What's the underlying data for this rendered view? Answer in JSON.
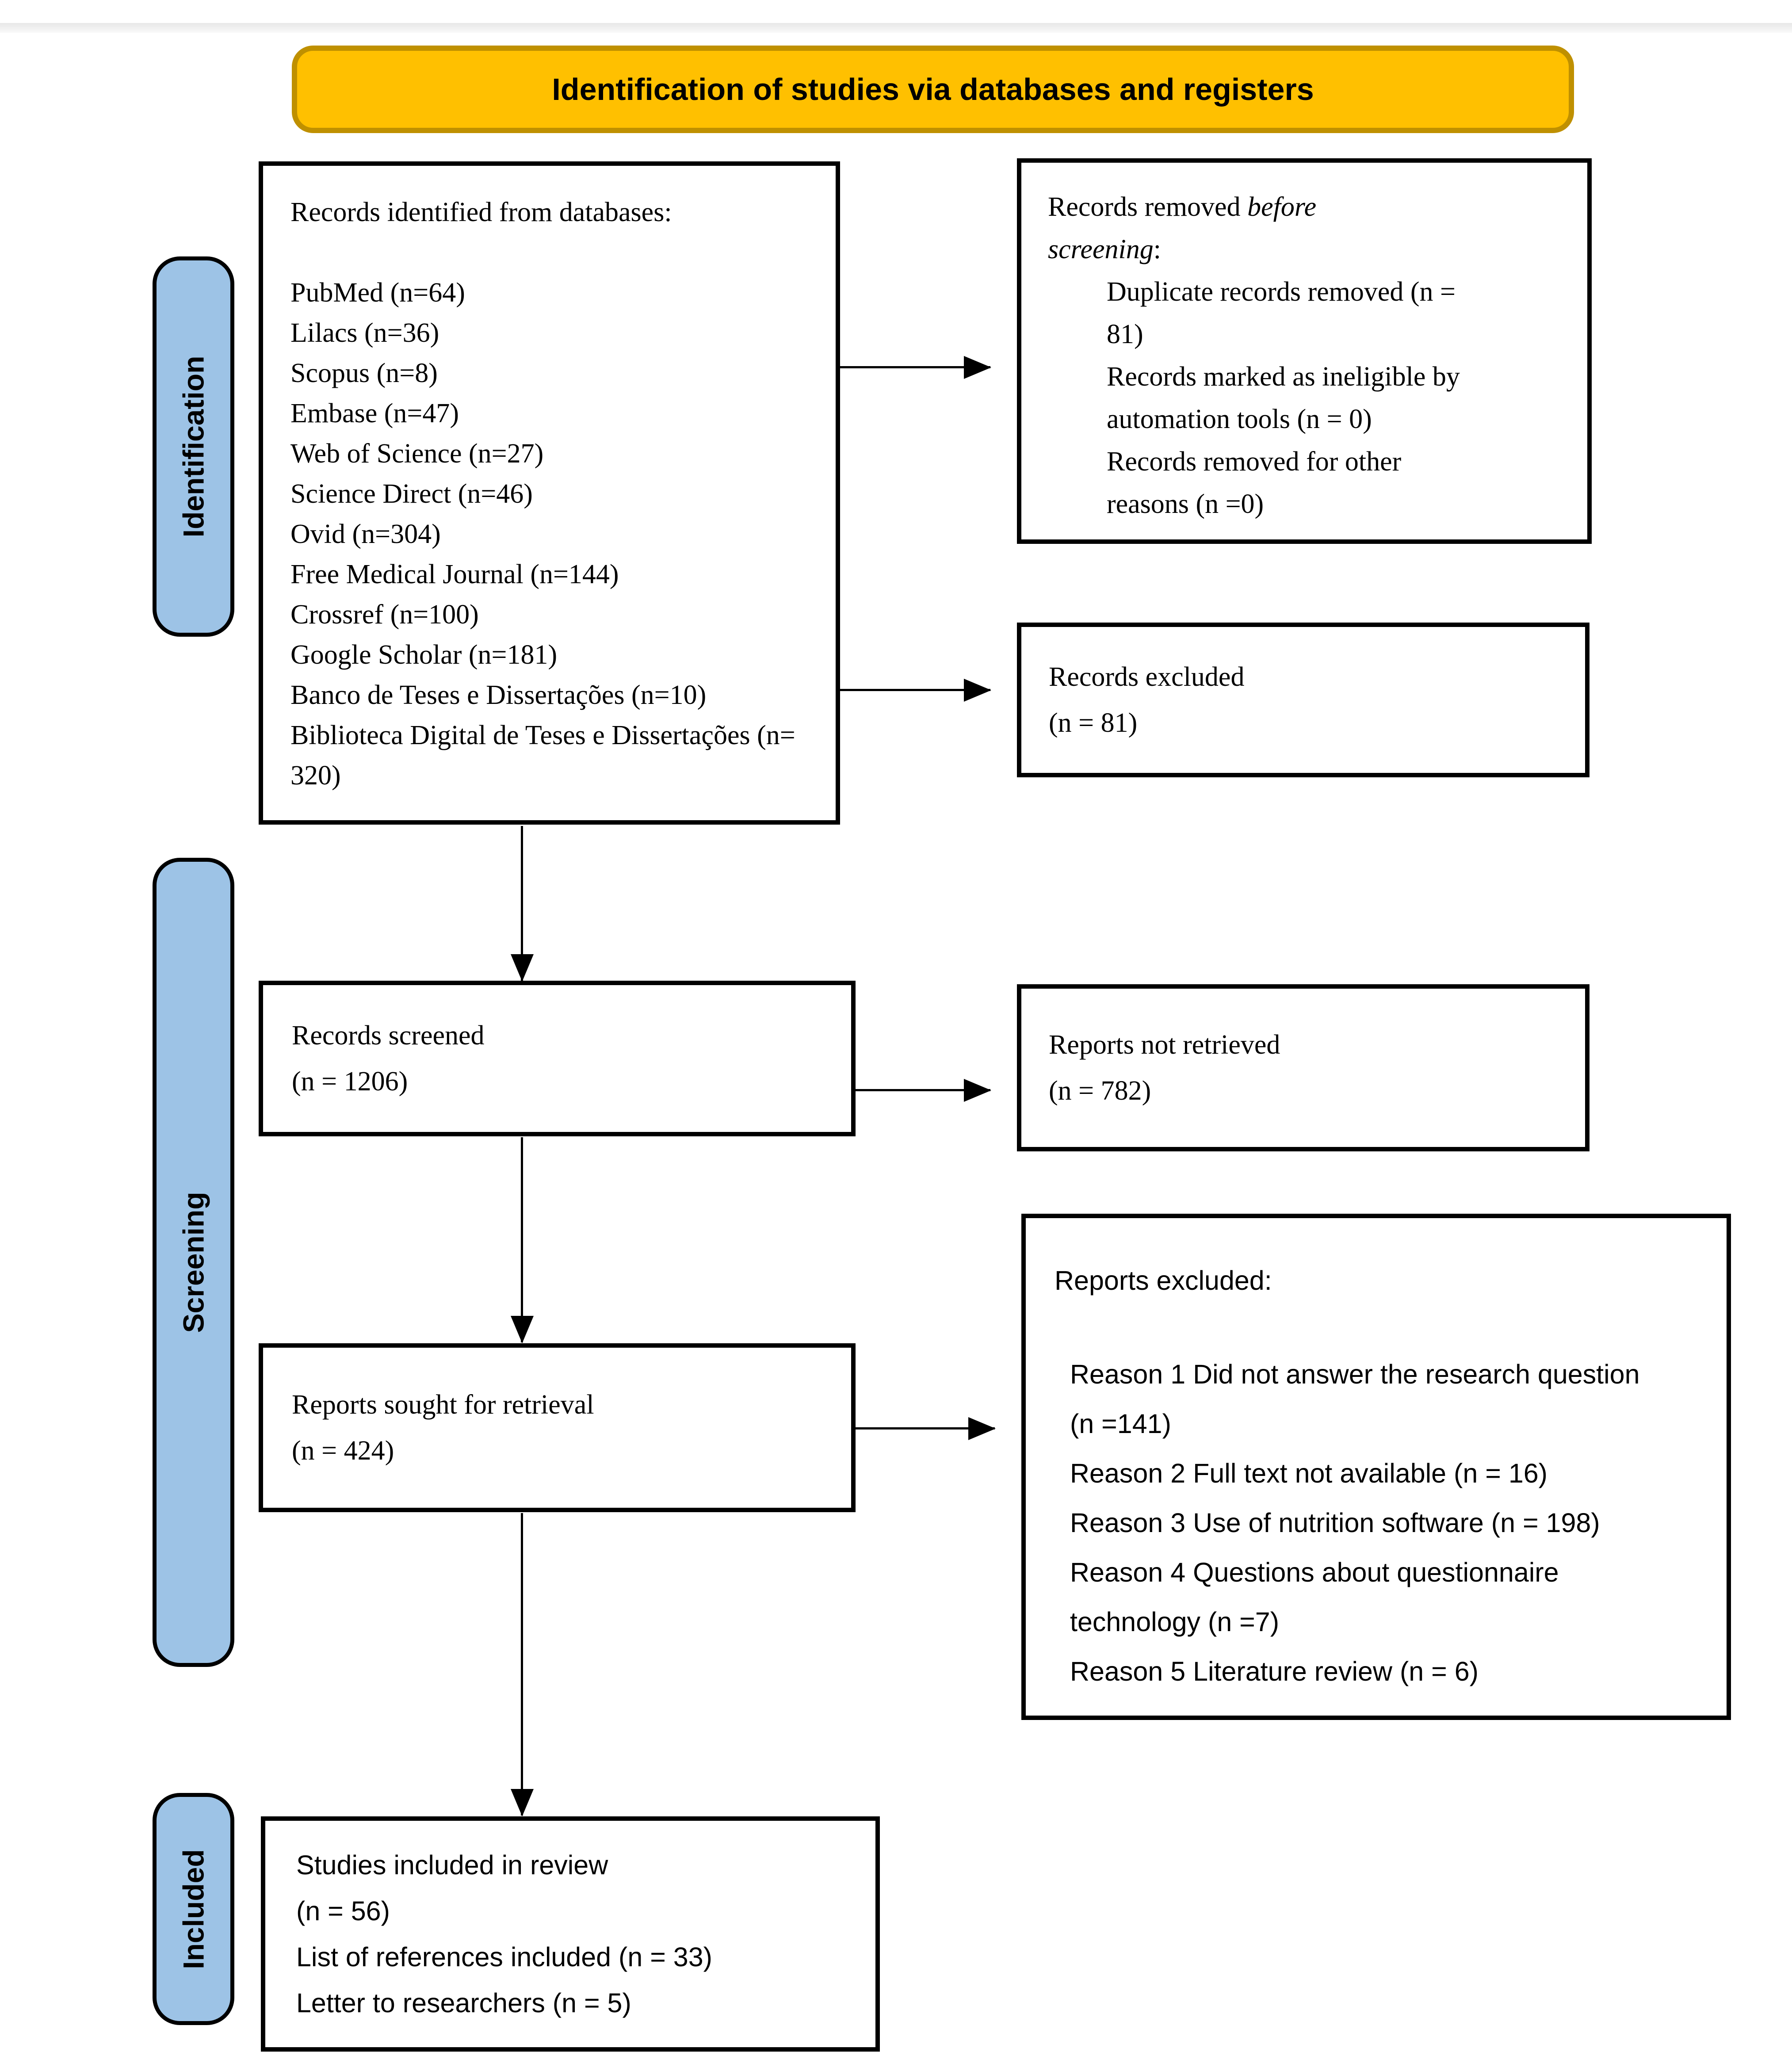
{
  "banner": {
    "title": "Identification of studies via databases and registers"
  },
  "stages": {
    "identification": "Identification",
    "screening": "Screening",
    "included": "Included"
  },
  "boxes": {
    "identified": {
      "heading": "Records identified from databases:",
      "items": [
        "PubMed (n=64)",
        "Lilacs (n=36)",
        "Scopus (n=8)",
        "Embase (n=47)",
        "Web of Science (n=27)",
        "Science Direct (n=46)",
        "Ovid (n=304)",
        "Free Medical Journal (n=144)",
        "Crossref (n=100)",
        "Google Scholar (n=181)",
        "Banco de Teses e Dissertações (n=10)",
        "Biblioteca Digital de Teses e Dissertações (n= 320)"
      ]
    },
    "removed": {
      "heading_prefix": "Records removed ",
      "heading_italic": "before screening",
      "heading_suffix": ":",
      "items": [
        "Duplicate records removed (n = 81)",
        "Records marked as ineligible by automation tools (n = 0)",
        "Records removed for other reasons (n =0)"
      ]
    },
    "screened": {
      "line1": "Records screened",
      "line2": "(n = 1206)"
    },
    "records_excluded": {
      "line1": "Records excluded",
      "line2": "(n = 81)"
    },
    "not_retrieved": {
      "line1": "Reports not retrieved",
      "line2": "(n = 782)"
    },
    "sought": {
      "line1": "Reports sought for retrieval",
      "line2": "(n = 424)"
    },
    "reports_excluded": {
      "heading": "Reports excluded:",
      "items": [
        "Reason 1 Did not answer the research question (n =141)",
        "Reason 2 Full text not available (n = 16)",
        "Reason 3 Use of nutrition software (n = 198)",
        "Reason 4 Questions about questionnaire technology (n =7)",
        "Reason 5 Literature review (n = 6)"
      ]
    },
    "included": {
      "lines": [
        "Studies included in review",
        "(n = 56)",
        "List of references included (n = 33)",
        "Letter to researchers (n = 5)"
      ]
    }
  },
  "colors": {
    "banner_fill": "#FFC000",
    "banner_border": "#BF9000",
    "stage_fill": "#9DC3E6",
    "box_border": "#000000",
    "arrow": "#000000"
  }
}
